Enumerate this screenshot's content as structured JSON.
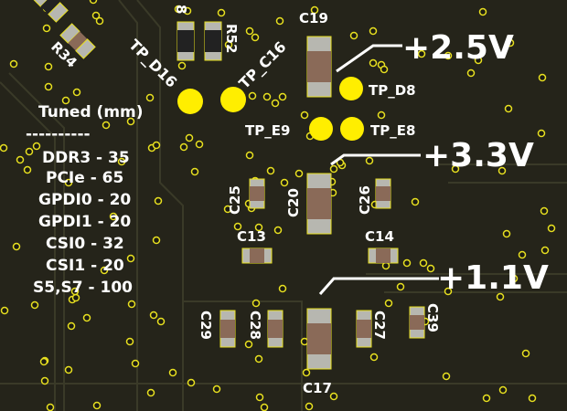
{
  "rails": {
    "v25": "+2.5V",
    "v33": "+3.3V",
    "v11": "+1.1V"
  },
  "test_points": {
    "d16": "TP_D16",
    "c16": "TP_C16",
    "d8": "TP_D8",
    "e9": "TP_E9",
    "e8": "TP_E8"
  },
  "refs": {
    "r34": "R34",
    "r48": "8",
    "r52": "R52",
    "c19": "C19",
    "c25": "C25",
    "c20": "C20",
    "c26": "C26",
    "c13": "C13",
    "c14": "C14",
    "c29": "C29",
    "c28": "C28",
    "c17": "C17",
    "c27": "C27",
    "c39": "C39"
  },
  "tuned": {
    "title": "Tuned (mm)",
    "divider": "----------",
    "rows": [
      "DDR3 - 35",
      "PCIe - 65",
      "GPDI0 - 20",
      "GPDI1 - 20",
      "CSI0 - 32",
      "CSI1 - 20",
      "S5,S7 - 100"
    ]
  },
  "colors": {
    "board": "#25241a",
    "copper_pad": "#ffee00",
    "silkscreen": "#ffffff"
  }
}
